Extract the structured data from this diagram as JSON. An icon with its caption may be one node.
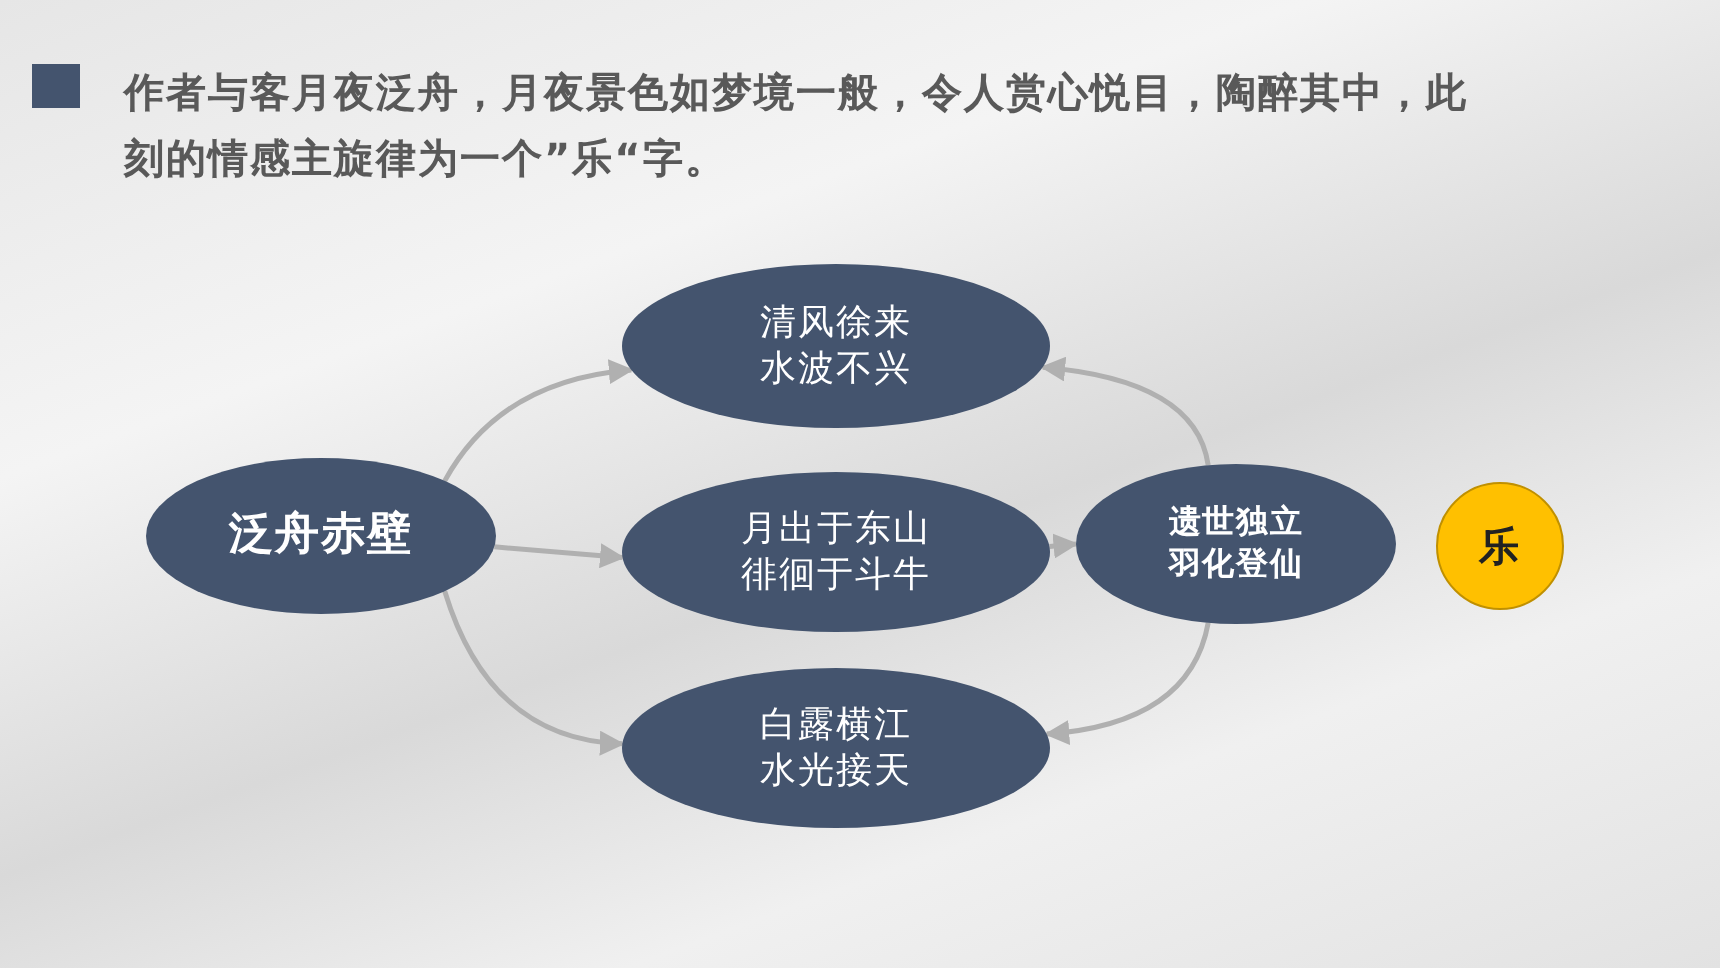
{
  "diagram": {
    "title": "作者与客月夜泛舟，月夜景色如梦境一般，令人赏心悦目，陶醉其中，此刻的情感主旋律为一个”乐“字。",
    "nodes": [
      {
        "text": [
          "泛舟赤壁"
        ]
      },
      {
        "text": [
          "清风徐来水波不兴"
        ]
      },
      {
        "text": [
          "月出于东山徘徊于斗牛"
        ]
      },
      {
        "text": [
          "白露横江水光接天"
        ]
      },
      {
        "text": [
          "遗世独立羽化登仙"
        ]
      },
      {
        "text": [
          "乐"
        ]
      }
    ],
    "edges": [
      {
        "from": 0,
        "to": 1,
        "arrow": "to"
      },
      {
        "from": 0,
        "to": 2,
        "arrow": "to"
      },
      {
        "from": 0,
        "to": 3,
        "arrow": "to"
      },
      {
        "from": 2,
        "to": 4,
        "arrow": "to"
      },
      {
        "from": 4,
        "to": 1,
        "arrow": "to"
      },
      {
        "from": 4,
        "to": 3,
        "arrow": "to"
      }
    ]
  }
}
